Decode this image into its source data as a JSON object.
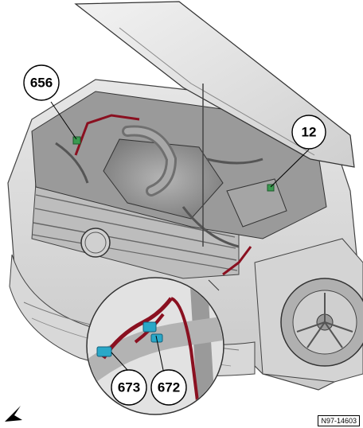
{
  "callouts": {
    "c656": {
      "label": "656"
    },
    "c12": {
      "label": "12"
    },
    "c673": {
      "label": "673"
    },
    "c672": {
      "label": "672"
    }
  },
  "figure_code": "N97-14603",
  "colors": {
    "harness": "#8a1020",
    "component": "#2aa8c8",
    "connector": "#3a9a50",
    "metal": "#c8c8c8",
    "outline": "#333333"
  },
  "icons": [
    "view-direction-arrow-icon"
  ]
}
